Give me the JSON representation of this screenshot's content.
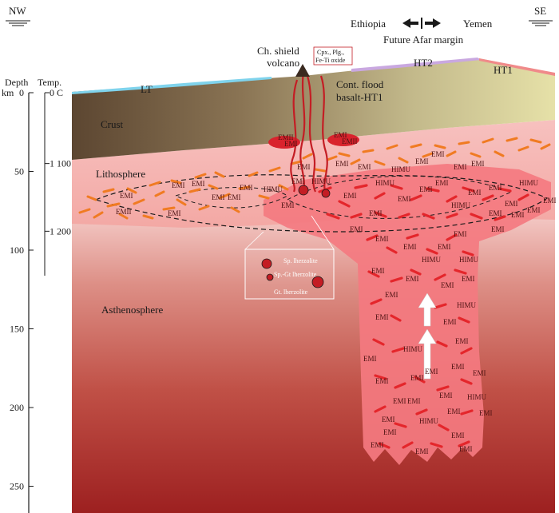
{
  "compass": {
    "left": "NW",
    "right": "SE"
  },
  "header": {
    "left_region": "Ethiopia",
    "right_region": "Yemen",
    "margin_label": "Future Afar margin"
  },
  "axes": {
    "depth_label": "Depth",
    "depth_unit": "km",
    "temp_label": "Temp.",
    "depth_ticks": [
      "0",
      "50",
      "100",
      "150",
      "200",
      "250"
    ],
    "temp_ticks": [
      "0 C",
      "1 100",
      "1 200"
    ]
  },
  "layers": {
    "crust": "Crust",
    "lithosphere": "Lithosphere",
    "asthenosphere": "Asthenosphere"
  },
  "surface_units": {
    "lt": "LT",
    "ht2": "HT2",
    "ht1": "HT1"
  },
  "volcano": {
    "line1": "Ch. shield",
    "line2": "volcano",
    "minerals_line1": "Cpx., Plg.,",
    "minerals_line2": "Fe-Ti oxide"
  },
  "flood": {
    "line1": "Cont. flood",
    "line2": "basalt-HT1"
  },
  "inset": {
    "sp": "Sp. lherzolite",
    "spgt": "Sp.-Gt lherzolite",
    "gt": "Gt. lherzolite"
  },
  "plume_tags": [
    "EMII",
    "EMI",
    "EMI",
    "EMII",
    "EMI",
    "EMI",
    "EMI",
    "EMI",
    "EMI",
    "EMI",
    "EMI",
    "EMI",
    "EMII",
    "EMI",
    "HIMU",
    "EMI",
    "EMI",
    "HIMU",
    "EMI",
    "EMI",
    "HIMU",
    "EMI",
    "EMI",
    "EMI",
    "HIMU",
    "EMI",
    "EMI",
    "EMI",
    "EMI",
    "EMI",
    "HIMU",
    "EMI",
    "EMI",
    "EMI",
    "EMI",
    "HIMU",
    "EMI",
    "EMI",
    "EMI",
    "EMI",
    "HIMU",
    "EMI",
    "EMI",
    "HIMU",
    "EMI",
    "EMI",
    "EMI",
    "HIMU",
    "EMI",
    "EMI",
    "HIMU",
    "EMI",
    "EMI",
    "EMI",
    "EMI",
    "EMI",
    "EMI",
    "EMI",
    "EMI",
    "HIMU",
    "EMI",
    "EMI",
    "EMI",
    "EMI",
    "EMI",
    "EMI",
    "EMI",
    "HIMU",
    "EMI",
    "EMI",
    "EMI",
    "EMI",
    "EMI",
    "EMI",
    "EMI",
    "EMI"
  ],
  "colors": {
    "crust_dark": "#5c4631",
    "crust_light": "#e6e1a8",
    "lithosphere": "#f6c3c0",
    "plume": "#f47a80",
    "streak_red": "#e4262b",
    "streak_orange": "#f07b22",
    "lt_blue": "#7fd3ec",
    "ht2_violet": "#c9a8e0"
  }
}
